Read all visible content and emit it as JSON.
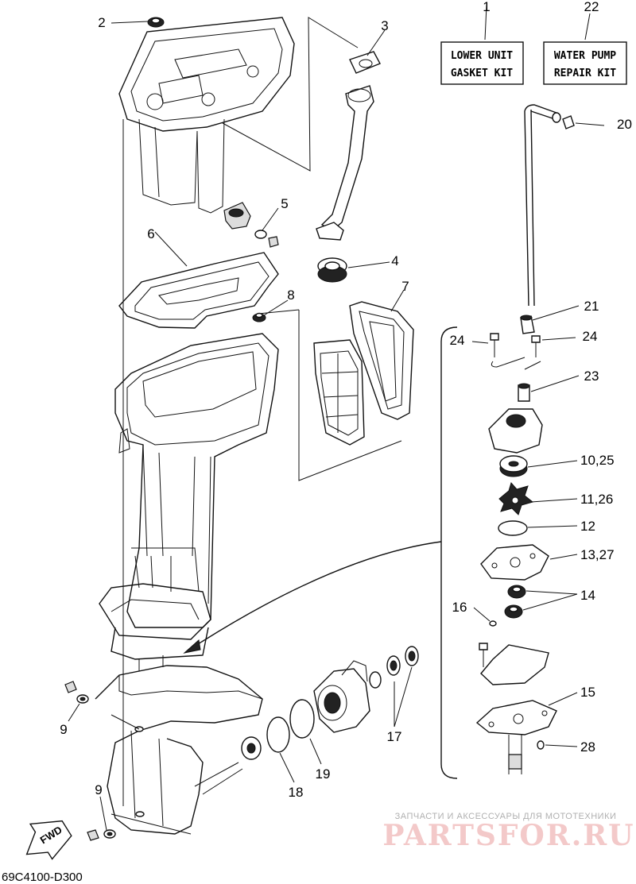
{
  "callouts": {
    "c1": "1",
    "c2": "2",
    "c3": "3",
    "c4": "4",
    "c5": "5",
    "c6": "6",
    "c7": "7",
    "c8": "8",
    "c9a": "9",
    "c9b": "9",
    "c10_25": "10,25",
    "c11_26": "11,26",
    "c12": "12",
    "c13_27": "13,27",
    "c14": "14",
    "c15": "15",
    "c16": "16",
    "c17": "17",
    "c18": "18",
    "c19": "19",
    "c20": "20",
    "c21": "21",
    "c22": "22",
    "c23": "23",
    "c24a": "24",
    "c24b": "24",
    "c28": "28"
  },
  "kits": {
    "gasket_line1": "LOWER UNIT",
    "gasket_line2": "GASKET KIT",
    "pump_line1": "WATER PUMP",
    "pump_line2": "REPAIR KIT"
  },
  "direction_label": "FWD",
  "diagram_code": "69C4100-D300",
  "watermark": {
    "caption": "ЗАПЧАСТИ И АКСЕССУАРЫ ДЛЯ МОТОТЕХНИКИ",
    "brand": "PARTSFOR.RU"
  }
}
